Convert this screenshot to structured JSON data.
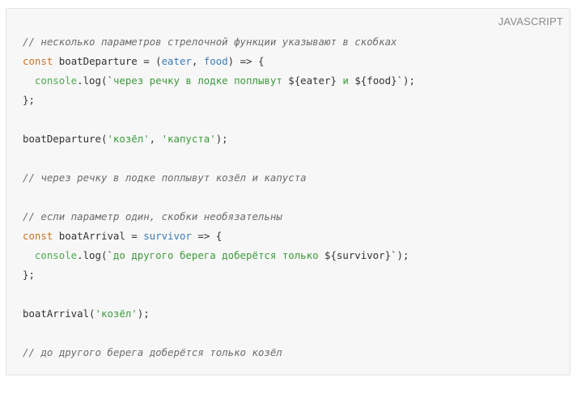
{
  "code_block": {
    "language": "JAVASCRIPT",
    "lines": [
      [
        {
          "t": "// несколько параметров стрелочной функции указывают в скобках",
          "c": "c"
        }
      ],
      [
        {
          "t": "const",
          "c": "k"
        },
        {
          "t": " boatDeparture = (",
          "c": "t"
        },
        {
          "t": "eater",
          "c": "p"
        },
        {
          "t": ", ",
          "c": "t"
        },
        {
          "t": "food",
          "c": "p"
        },
        {
          "t": ") => {",
          "c": "t"
        }
      ],
      [
        {
          "t": "  ",
          "c": "t"
        },
        {
          "t": "console",
          "c": "b"
        },
        {
          "t": ".log(`",
          "c": "t"
        },
        {
          "t": "через речку в лодке поплывут ",
          "c": "s"
        },
        {
          "t": "${eater}",
          "c": "t"
        },
        {
          "t": " и ",
          "c": "s"
        },
        {
          "t": "${food}",
          "c": "t"
        },
        {
          "t": "`);",
          "c": "t"
        }
      ],
      [
        {
          "t": "};",
          "c": "t"
        }
      ],
      [],
      [
        {
          "t": "boatDeparture(",
          "c": "t"
        },
        {
          "t": "'козёл'",
          "c": "s"
        },
        {
          "t": ", ",
          "c": "t"
        },
        {
          "t": "'капуста'",
          "c": "s"
        },
        {
          "t": ");",
          "c": "t"
        }
      ],
      [],
      [
        {
          "t": "// через речку в лодке поплывут козёл и капуста",
          "c": "c"
        }
      ],
      [],
      [
        {
          "t": "// если параметр один, скобки необязательны",
          "c": "c"
        }
      ],
      [
        {
          "t": "const",
          "c": "k"
        },
        {
          "t": " boatArrival = ",
          "c": "t"
        },
        {
          "t": "survivor",
          "c": "p"
        },
        {
          "t": " => {",
          "c": "t"
        }
      ],
      [
        {
          "t": "  ",
          "c": "t"
        },
        {
          "t": "console",
          "c": "b"
        },
        {
          "t": ".log(`",
          "c": "t"
        },
        {
          "t": "до другого берега доберётся только ",
          "c": "s"
        },
        {
          "t": "${survivor}",
          "c": "t"
        },
        {
          "t": "`);",
          "c": "t"
        }
      ],
      [
        {
          "t": "};",
          "c": "t"
        }
      ],
      [],
      [
        {
          "t": "boatArrival(",
          "c": "t"
        },
        {
          "t": "'козёл'",
          "c": "s"
        },
        {
          "t": ");",
          "c": "t"
        }
      ],
      [],
      [
        {
          "t": "// до другого берега доберётся только козёл",
          "c": "c"
        }
      ]
    ]
  },
  "colors": {
    "background": "#f7f7f7",
    "border": "#e2e2e2",
    "comment": "#6d6d6d",
    "keyword": "#c4752a",
    "parameter": "#3a7cb8",
    "string": "#3d9a3d",
    "builtin": "#4fa84f",
    "text": "#333333"
  }
}
